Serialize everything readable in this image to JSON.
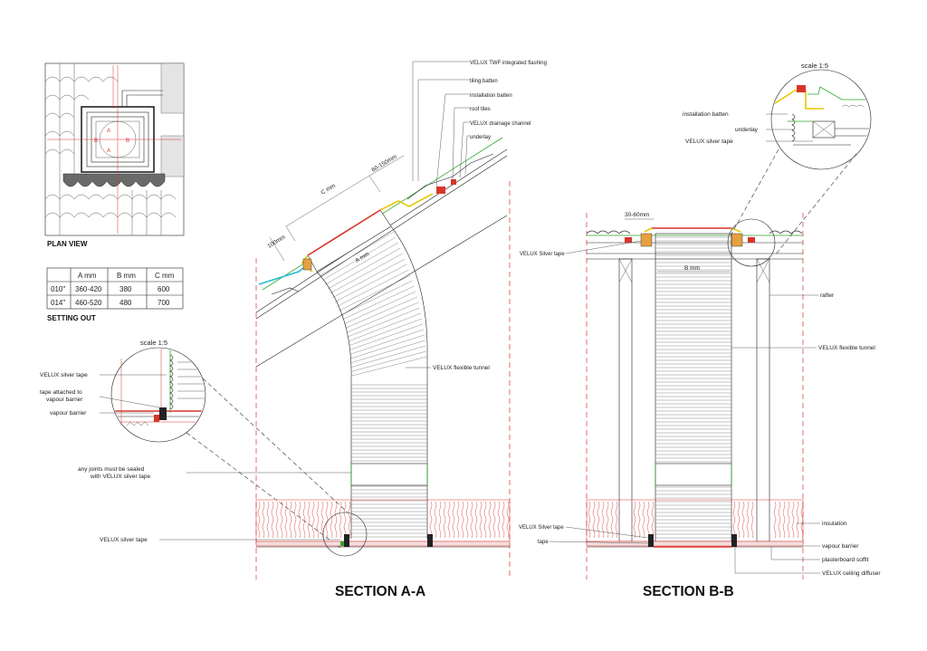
{
  "section_a": {
    "title": "SECTION A-A",
    "callouts": {
      "flashing": "VELUX TWF integrated flashing",
      "tiling_batten": "tiling batten",
      "installation_batten": "installation batten",
      "roof_tiles": "roof tiles",
      "drainage_channel": "VELUX drainage channel",
      "underlay": "underlay",
      "flexible_tunnel": "VELUX flexible tunnel",
      "joints_line1": "any joints must be sealed",
      "joints_line2": "with VELUX silver tape",
      "silver_tape": "VELUX silver tape"
    },
    "dims": {
      "c": "C mm",
      "d60": "60-150mm",
      "a": "A mm",
      "d100": "100mm"
    }
  },
  "section_b": {
    "title": "SECTION B-B",
    "callouts": {
      "silver_tape_top": "VELUX Silver tape",
      "rafter": "rafter",
      "flexible_tunnel": "VELUX flexible tunnel",
      "insulation": "insulation",
      "silver_tape_bottom": "VELUX Silver tape",
      "tape": "tape",
      "vapour_barrier": "vapour barrier",
      "soffit": "plasterboard soffit",
      "diffuser": "VELUX ceiling diffuser"
    },
    "dims": {
      "b": "B mm",
      "d30": "30-60mm"
    }
  },
  "detail_top": {
    "scale": "scale 1:5",
    "installation_batten": "installation batten",
    "underlay": "underlay",
    "silver_tape": "VELUX silver tape"
  },
  "detail_left": {
    "scale": "scale 1:5",
    "silver_tape": "VELUX silver tape",
    "tape_attached_1": "tape attached to",
    "tape_attached_2": "vapour barrier",
    "vapour_barrier": "vapour barrier"
  },
  "plan": {
    "title": "PLAN VIEW",
    "markers": [
      "A",
      "A",
      "B",
      "B"
    ]
  },
  "setting_out": {
    "title": "SETTING OUT",
    "headers": [
      "",
      "A mm",
      "B mm",
      "C mm"
    ],
    "rows": [
      [
        "010\"",
        "360-420",
        "380",
        "600"
      ],
      [
        "014\"",
        "460-520",
        "480",
        "700"
      ]
    ]
  }
}
